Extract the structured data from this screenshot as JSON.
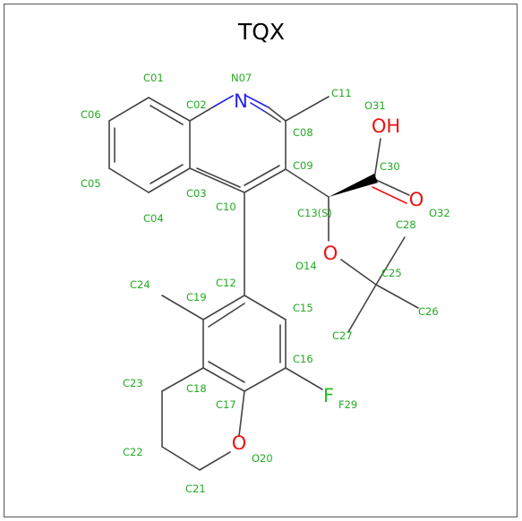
{
  "title": "TQX",
  "colors": {
    "carbon_label": "#22aa22",
    "nitrogen": "#2222ee",
    "oxygen": "#ee1111",
    "fluorine": "#22bb22",
    "bond": "#444444"
  },
  "elements": {
    "N": "N",
    "O": "O",
    "OH": "OH",
    "F": "F"
  },
  "atom_labels": {
    "C01": "C01",
    "C02": "C02",
    "C03": "C03",
    "C04": "C04",
    "C05": "C05",
    "C06": "C06",
    "N07": "N07",
    "C08": "C08",
    "C09": "C09",
    "C10": "C10",
    "C11": "C11",
    "C12": "C12",
    "C13": "C13(S)",
    "O14": "O14",
    "C15": "C15",
    "C16": "C16",
    "C17": "C17",
    "C18": "C18",
    "C19": "C19",
    "O20": "O20",
    "C21": "C21",
    "C22": "C22",
    "C23": "C23",
    "C24": "C24",
    "C25": "C25",
    "C26": "C26",
    "C27": "C27",
    "C28": "C28",
    "F29": "F29",
    "C30": "C30",
    "O31": "O31",
    "O32": "O32"
  }
}
